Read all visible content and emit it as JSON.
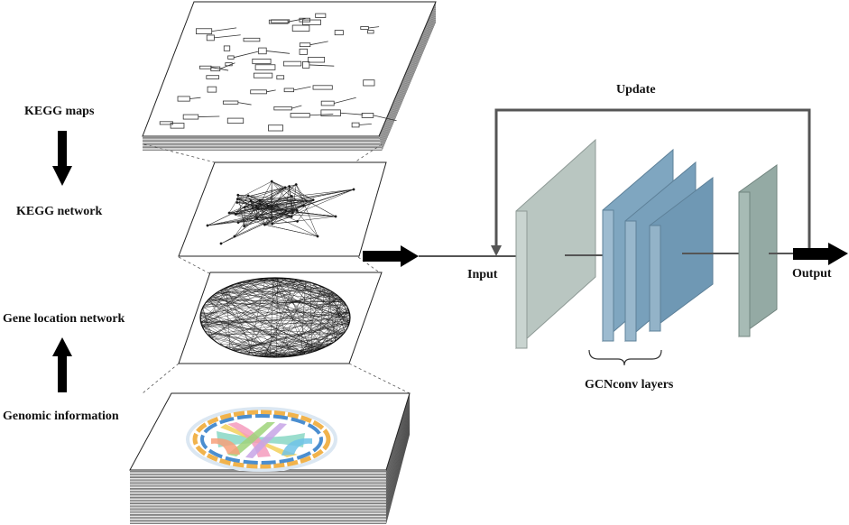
{
  "left_labels": {
    "kegg_maps": "KEGG maps",
    "kegg_network": "KEGG network",
    "gene_location_network": "Gene location network",
    "genomic_information": "Genomic information"
  },
  "model_labels": {
    "update": "Update",
    "input": "Input",
    "output": "Output",
    "gcnconv_layers": "GCNconv layers"
  },
  "colors": {
    "gray_layer": "#b9c6c1",
    "gcn_layer": "#7fa6c0",
    "output_layer": "#94aaa4",
    "arrow": "#000000",
    "line": "#555555"
  },
  "icons": {
    "arrow_down": "arrow-down-icon",
    "arrow_up": "arrow-up-icon",
    "arrow_right": "arrow-right-icon"
  }
}
